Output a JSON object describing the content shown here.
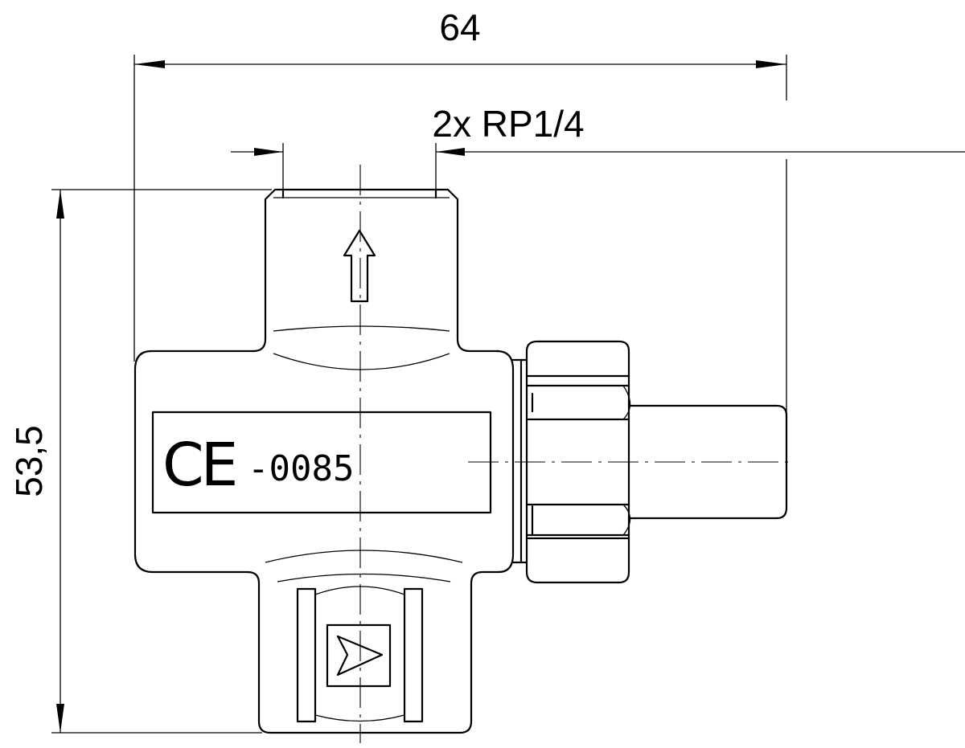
{
  "dimensions": {
    "width_label": "64",
    "thread_label": "2x RP1/4",
    "height_label": "53,5"
  },
  "label_plate": {
    "ce_mark": "CE",
    "notified_body": "-0085"
  },
  "symbols": {
    "flow_arrow": "up-arrow-icon",
    "brand_logo": "valve-logo-icon"
  }
}
